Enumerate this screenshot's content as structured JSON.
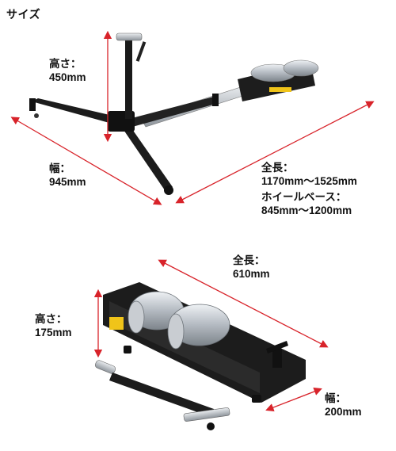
{
  "title": "サイズ",
  "top_figure": {
    "height": {
      "label": "高さ：",
      "value": "450mm"
    },
    "width": {
      "label": "幅：",
      "value": "945mm"
    },
    "length": {
      "label": "全長：",
      "value": "1170mm〜1525mm"
    },
    "wheelbase": {
      "label": "ホイールベース：",
      "value": "845mm〜1200mm"
    }
  },
  "bottom_figure": {
    "length": {
      "label": "全長：",
      "value": "610mm"
    },
    "height": {
      "label": "高さ：",
      "value": "175mm"
    },
    "width": {
      "label": "幅：",
      "value": "200mm"
    }
  },
  "colors": {
    "dimension_line": "#d8232a",
    "frame": "#1c1c1c",
    "roller": "#b9bfc6"
  }
}
